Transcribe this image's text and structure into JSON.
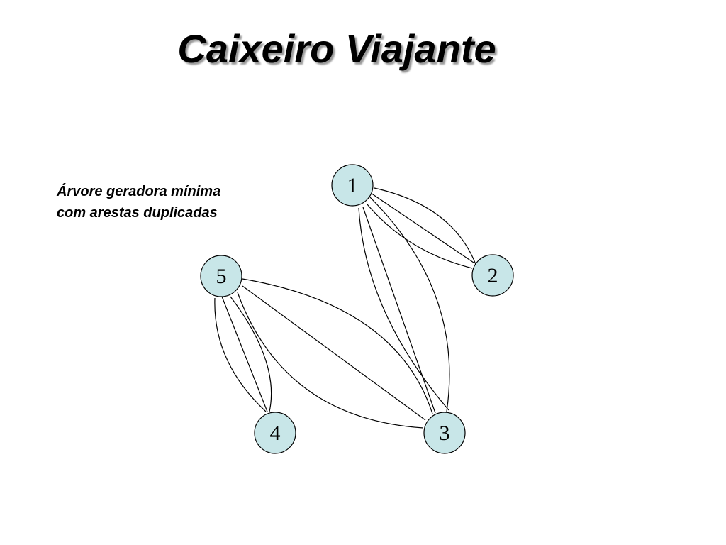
{
  "title": "Caixeiro Viajante",
  "caption": {
    "line1": "Árvore geradora mínima",
    "line2": "com arestas duplicadas"
  },
  "colors": {
    "node_fill": "#c8e6e8",
    "edge": "#000000",
    "background": "#ffffff"
  },
  "graph": {
    "nodes": [
      {
        "id": "1",
        "label": "1"
      },
      {
        "id": "2",
        "label": "2"
      },
      {
        "id": "3",
        "label": "3"
      },
      {
        "id": "4",
        "label": "4"
      },
      {
        "id": "5",
        "label": "5"
      }
    ],
    "edges": [
      {
        "from": "1",
        "to": "2"
      },
      {
        "from": "1",
        "to": "2"
      },
      {
        "from": "1",
        "to": "2"
      },
      {
        "from": "1",
        "to": "3"
      },
      {
        "from": "1",
        "to": "3"
      },
      {
        "from": "1",
        "to": "3"
      },
      {
        "from": "5",
        "to": "3"
      },
      {
        "from": "5",
        "to": "3"
      },
      {
        "from": "5",
        "to": "3"
      },
      {
        "from": "5",
        "to": "4"
      },
      {
        "from": "5",
        "to": "4"
      },
      {
        "from": "5",
        "to": "4"
      }
    ]
  }
}
